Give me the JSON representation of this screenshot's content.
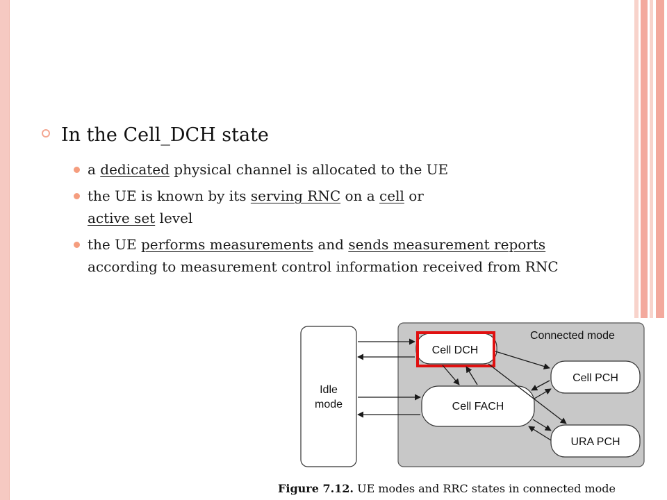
{
  "slide": {
    "heading": "In the Cell_DCH state",
    "bullets": [
      {
        "parts": [
          {
            "text": "a ",
            "underline": false
          },
          {
            "text": "dedicated",
            "underline": true
          },
          {
            "text": " physical channel is allocated to the UE",
            "underline": false
          }
        ]
      },
      {
        "parts": [
          {
            "text": "the UE is known by its ",
            "underline": false
          },
          {
            "text": "serving RNC",
            "underline": true
          },
          {
            "text": " on a ",
            "underline": false
          },
          {
            "text": "cell",
            "underline": true
          },
          {
            "text": " or ",
            "underline": false
          },
          {
            "text": "active set",
            "underline": true
          },
          {
            "text": " level",
            "underline": false
          }
        ]
      },
      {
        "parts": [
          {
            "text": "the UE ",
            "underline": false
          },
          {
            "text": "performs measurements",
            "underline": true
          },
          {
            "text": " and ",
            "underline": false
          },
          {
            "text": "sends measurement reports ",
            "underline": true
          },
          {
            "text": "according to measurement control information received from RNC",
            "underline": false
          }
        ]
      }
    ]
  },
  "figure": {
    "connected_mode_label": "Connected mode",
    "idle_mode_label_line1": "Idle",
    "idle_mode_label_line2": "mode",
    "states": {
      "cell_dch": "Cell DCH",
      "cell_fach": "Cell FACH",
      "cell_pch": "Cell PCH",
      "ura_pch": "URA PCH"
    },
    "highlight_color": "#e01010",
    "connected_bg_color": "#c8c8c8"
  },
  "caption": {
    "figure_number": "Figure 7.12.",
    "text": "UE modes and RRC states in connected mode"
  },
  "colors": {
    "accent_bullet": "#f59d7e",
    "border_pink": "#f6c9c2"
  }
}
